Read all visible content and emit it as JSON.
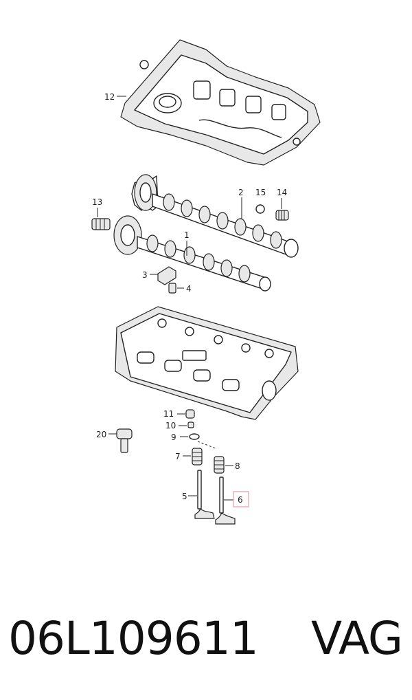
{
  "callouts": {
    "c1": "1",
    "c2": "2",
    "c3": "3",
    "c4": "4",
    "c5": "5",
    "c6": "6",
    "c7": "7",
    "c8": "8",
    "c9": "9",
    "c10": "10",
    "c11": "11",
    "c12": "12",
    "c13": "13",
    "c14": "14",
    "c15": "15",
    "c20": "20"
  },
  "highlight_color": "#e9a8b4",
  "part_number": "06L109611",
  "brand": "VAG"
}
